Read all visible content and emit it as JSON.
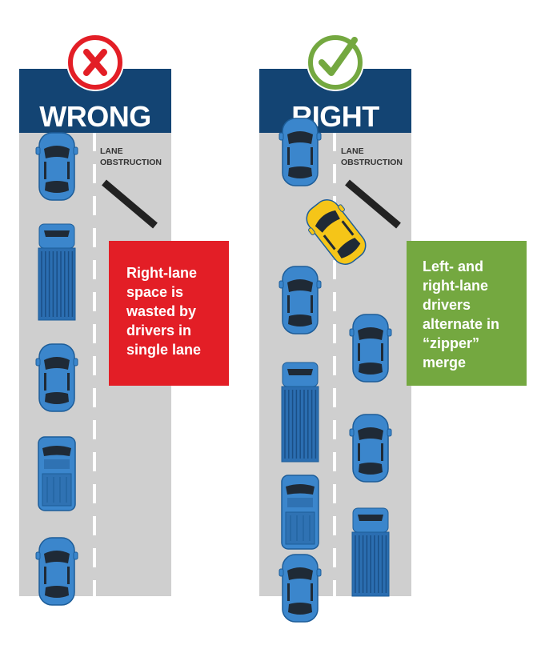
{
  "wrong": {
    "title": "WRONG",
    "obstruction_label": [
      "LANE",
      "OBSTRUCTION"
    ],
    "callout": "Right-lane space is wasted by drivers in single lane",
    "badge_color": "#e31e26",
    "icon": "x-mark-icon"
  },
  "right": {
    "title": "RIGHT",
    "obstruction_label": [
      "LANE",
      "OBSTRUCTION"
    ],
    "callout": "Left- and right-lane drivers alternate in “zipper” merge",
    "badge_color": "#74a840",
    "icon": "check-mark-icon"
  },
  "colors": {
    "header": "#134473",
    "road": "#cfcfcf",
    "vehicle": "#3b86cc",
    "merging_car": "#f5c518",
    "obstruction": "#222222"
  }
}
